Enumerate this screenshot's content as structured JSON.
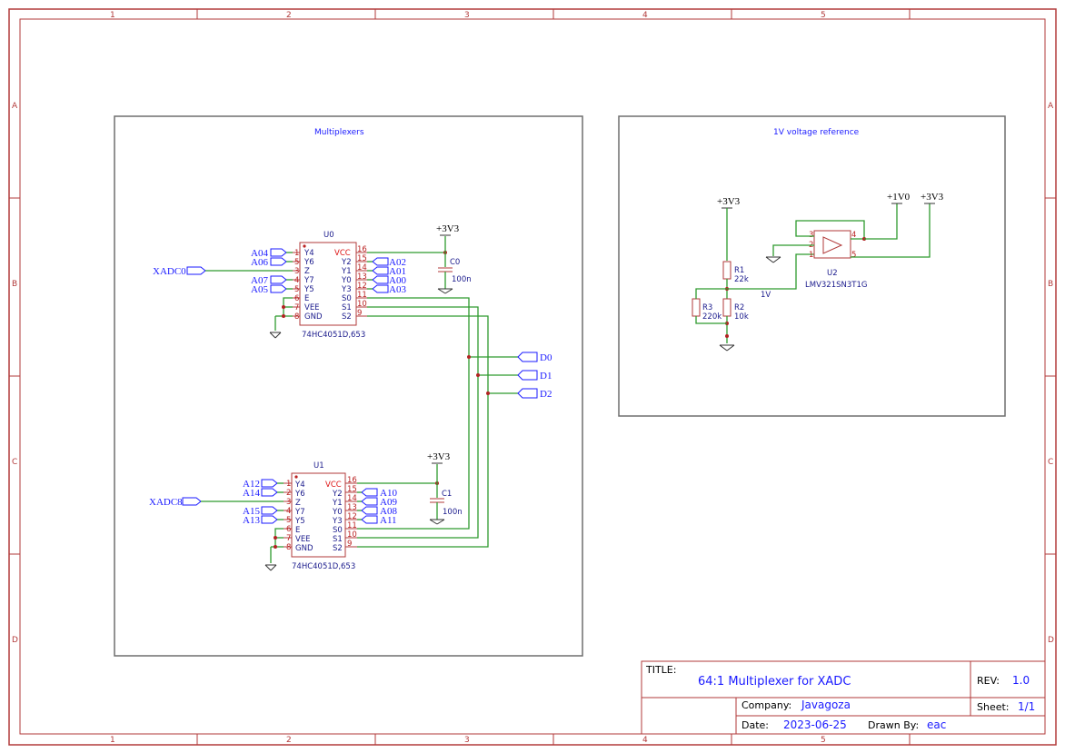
{
  "sheet": {
    "zones_cols": [
      "1",
      "2",
      "3",
      "4",
      "5"
    ],
    "zones_rows": [
      "A",
      "B",
      "C",
      "D"
    ]
  },
  "boxes": {
    "mux_title": "Multiplexers",
    "vref_title": "1V voltage reference"
  },
  "u0": {
    "ref": "U0",
    "part": "74HC4051D,653",
    "left_pins": [
      [
        "1",
        "Y4"
      ],
      [
        "5",
        "Y6"
      ],
      [
        "3",
        "Z"
      ],
      [
        "4",
        "Y7"
      ],
      [
        "5",
        "Y5"
      ],
      [
        "6",
        "E"
      ],
      [
        "7",
        "VEE"
      ],
      [
        "8",
        "GND"
      ]
    ],
    "right_pins": [
      [
        "16",
        "VCC"
      ],
      [
        "15",
        "Y2"
      ],
      [
        "14",
        "Y1"
      ],
      [
        "13",
        "Y0"
      ],
      [
        "12",
        "Y3"
      ],
      [
        "11",
        "S0"
      ],
      [
        "10",
        "S1"
      ],
      [
        "9",
        "S2"
      ]
    ],
    "left_nets": [
      "A04",
      "A06",
      "XADC0",
      "A07",
      "A05"
    ],
    "right_nets": [
      "A02",
      "A01",
      "A00",
      "A03"
    ]
  },
  "u1": {
    "ref": "U1",
    "part": "74HC4051D,653",
    "left_pins": [
      [
        "1",
        "Y4"
      ],
      [
        "2",
        "Y6"
      ],
      [
        "3",
        "Z"
      ],
      [
        "4",
        "Y7"
      ],
      [
        "5",
        "Y5"
      ],
      [
        "6",
        "E"
      ],
      [
        "7",
        "VEE"
      ],
      [
        "8",
        "GND"
      ]
    ],
    "right_pins": [
      [
        "16",
        "VCC"
      ],
      [
        "15",
        "Y2"
      ],
      [
        "14",
        "Y1"
      ],
      [
        "13",
        "Y0"
      ],
      [
        "12",
        "Y3"
      ],
      [
        "11",
        "S0"
      ],
      [
        "10",
        "S1"
      ],
      [
        "9",
        "S2"
      ]
    ],
    "left_nets": [
      "A12",
      "A14",
      "XADC8",
      "A15",
      "A13"
    ],
    "right_nets": [
      "A10",
      "A09",
      "A08",
      "A11"
    ]
  },
  "caps": {
    "c0_ref": "C0",
    "c0_val": "100n",
    "c0_pwr": "+3V3",
    "c1_ref": "C1",
    "c1_val": "100n",
    "c1_pwr": "+3V3"
  },
  "select_nets": [
    "D0",
    "D1",
    "D2"
  ],
  "vref": {
    "r1_ref": "R1",
    "r1_val": "22k",
    "r2_ref": "R2",
    "r2_val": "10k",
    "r3_ref": "R3",
    "r3_val": "220k",
    "u2_ref": "U2",
    "u2_part": "LMV321SN3T1G",
    "node_label": "1V",
    "pwr_left": "+3V3",
    "pwr_out": "+1V0",
    "pwr_right": "+3V3",
    "opamp_pins": [
      "3",
      "2",
      "1",
      "4",
      "5"
    ]
  },
  "title_block": {
    "title_label": "TITLE:",
    "title": "64:1 Multiplexer for XADC",
    "rev_label": "REV:",
    "rev": "1.0",
    "company_label": "Company:",
    "company": "Javagoza",
    "sheet_label": "Sheet:",
    "sheet": "1/1",
    "date_label": "Date:",
    "date": "2023-06-25",
    "drawn_label": "Drawn By:",
    "drawn": "eac"
  }
}
